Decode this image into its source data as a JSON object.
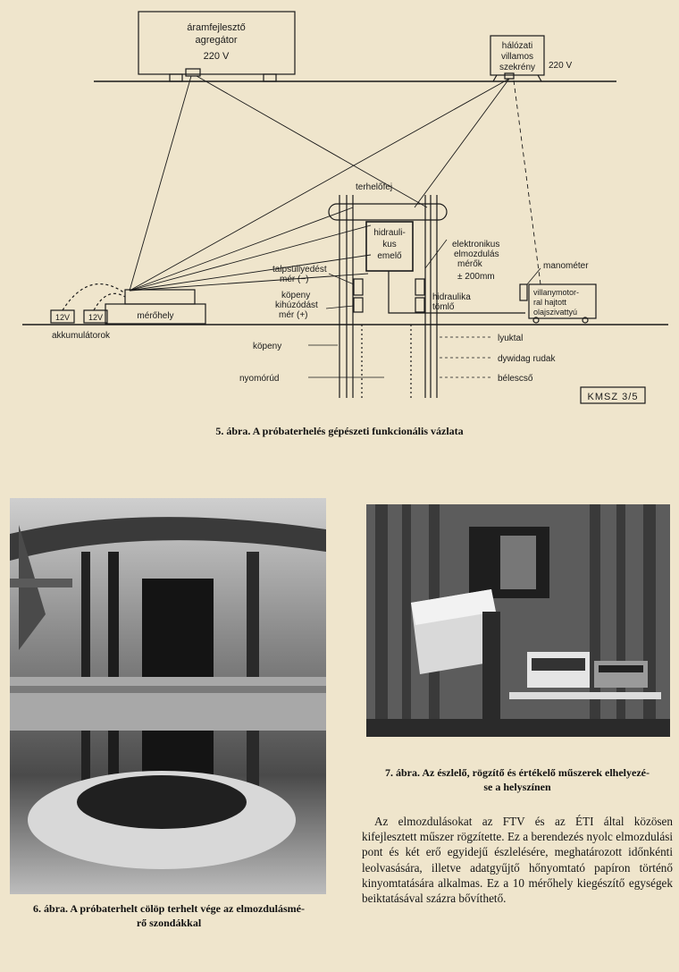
{
  "figure5": {
    "labels": {
      "generator": [
        "áramfejlesztő",
        "agregátor",
        "220 V"
      ],
      "grid_cabinet": [
        "hálózati",
        "villamos",
        "szekrény"
      ],
      "grid_voltage": "220 V",
      "load_head": "terhelőfej",
      "jack": [
        "hidrauli-",
        "kus",
        "emelő"
      ],
      "sensors": [
        "elektronikus",
        "elmozdulás",
        "mérők"
      ],
      "sensor_range": "± 200mm",
      "manometer": "manométer",
      "pump": [
        "villanymotor-",
        "ral hajtott",
        "olajszivattyú"
      ],
      "tip_gauge": [
        "talpsüllyedést",
        "mér (−)"
      ],
      "shaft_gauge": [
        "köpeny",
        "kihúzódást",
        "mér (+)"
      ],
      "hydraulic_hose": [
        "hidraulika",
        "tömlő"
      ],
      "battery1": "12V",
      "battery2": "12V",
      "station": "mérőhely",
      "batteries": "akkumulátorok",
      "shell": "köpeny",
      "pressure_pipe": "nyomórúd",
      "grout_hole": "lyuktal",
      "dywidag": "dywidag rudak",
      "casing": "bélescső",
      "stamp": "KMSZ 3/5"
    },
    "caption": "5. ábra. A próbaterhelés gépészeti funkcionális vázlata"
  },
  "figure6": {
    "caption": [
      "6. ábra. A próbaterhelt cölöp terhelt vége az elmozdulásmé-",
      "rő szondákkal"
    ]
  },
  "figure7": {
    "caption": [
      "7. ábra. Az észlelő, rögzítő és értékelő műszerek elhelyezé-",
      "se a helyszínen"
    ]
  },
  "paragraph": "Az elmozdulásokat az FTV és az ÉTI által közösen kifejlesztett műszer rögzítette. Ez a berendezés nyolc elmozdulási pont és két erő egyidejű észlelésére, meghatározott időnkénti leolvasására, illetve adatgyűjtő hőnyomtató papíron történő kinyomtatására alkalmas. Ez a 10 mérőhely kiegészítő egységek beiktatásával százra bővíthető."
}
